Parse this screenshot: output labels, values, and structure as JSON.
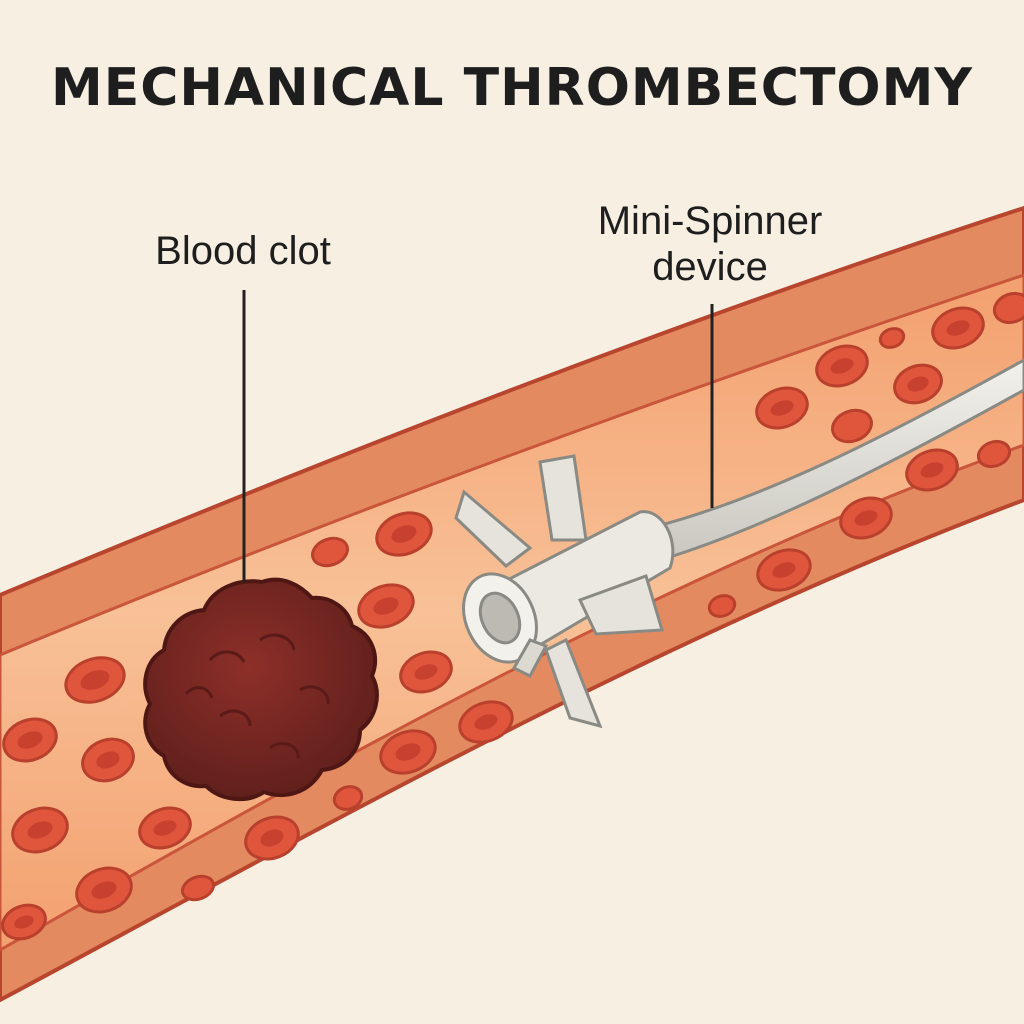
{
  "title": "MECHANICAL THROMBECTOMY",
  "labels": {
    "clot": "Blood clot",
    "device_line1": "Mini-Spinner",
    "device_line2": "device"
  },
  "colors": {
    "background": "#f6efe2",
    "vessel_wall": "#e07a52",
    "vessel_wall_outline": "#b8452e",
    "vessel_lumen": "#f7b98a",
    "red_blood_cell": "#e0563d",
    "red_blood_cell_center": "#c8402e",
    "clot": "#7a2420",
    "device": "#e6e3dc",
    "device_outline": "#8a8a85",
    "leader_line": "#222222"
  },
  "icons": {
    "clot": "blood-clot-icon",
    "device": "spinner-device-icon",
    "cells": "red-blood-cell-icon"
  }
}
